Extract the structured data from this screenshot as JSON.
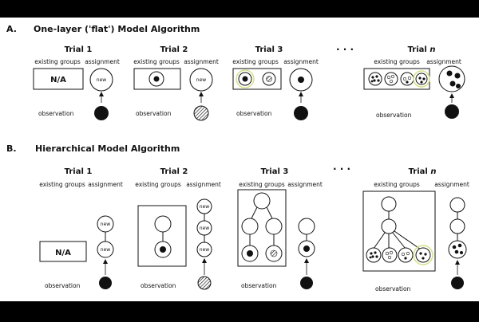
{
  "sections": {
    "a": {
      "letter": "A.",
      "title": "One-layer ('flat') Model Algorithm"
    },
    "b": {
      "letter": "B.",
      "title": "Hierarchical Model Algorithm"
    }
  },
  "trials": {
    "t1": "Trial 1",
    "t2": "Trial 2",
    "t3": "Trial 3",
    "tn_prefix": "Trial ",
    "tn_var": "n"
  },
  "labels": {
    "existing_groups": "existing groups",
    "assignment": "assignment",
    "observation": "observation",
    "na": "N/A",
    "new": "new",
    "ellipsis": "· · ·"
  },
  "colors": {
    "ink": "#111111",
    "highlight": "#d6e08a"
  }
}
